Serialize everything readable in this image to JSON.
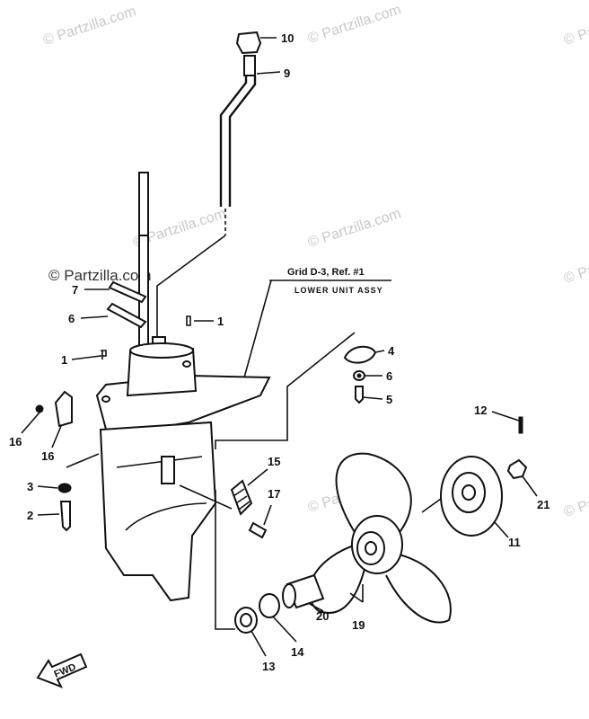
{
  "watermarks": {
    "light": "© Partzilla.com",
    "dark": "© Partzilla.com"
  },
  "reference": {
    "grid": "Grid D-3, Ref. #1",
    "name": "LOWER UNIT ASSY"
  },
  "direction_tag": "FWD",
  "callouts": {
    "p1a": "1",
    "p1b": "1",
    "p2": "2",
    "p3": "3",
    "p4": "4",
    "p5": "5",
    "p6a": "6",
    "p6b": "6",
    "p7": "7",
    "p9": "9",
    "p10": "10",
    "p11": "11",
    "p12": "12",
    "p13": "13",
    "p14": "14",
    "p15": "15",
    "p16a": "16",
    "p16b": "16",
    "p17": "17",
    "p19": "19",
    "p20": "20",
    "p21": "21"
  },
  "colors": {
    "ink": "#111111",
    "watermark": "#c9c9c9"
  }
}
